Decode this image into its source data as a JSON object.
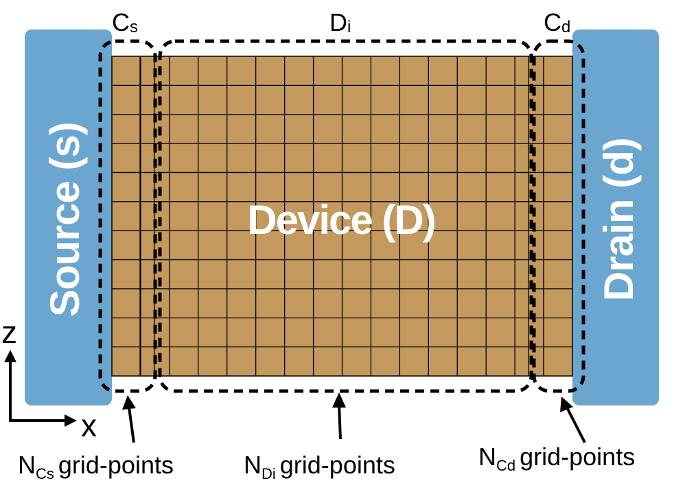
{
  "labels": {
    "cs_main": "C",
    "cs_sub": "s",
    "di_main": "D",
    "di_sub": "i",
    "cd_main": "C",
    "cd_sub": "d",
    "device": "Device (D)",
    "source": "Source (s)",
    "drain": "Drain (d)",
    "axis_z": "z",
    "axis_x": "x",
    "n_letter": "N",
    "grid_points_text": "grid-points",
    "ncs_sub": "Cs",
    "ndi_sub": "Di",
    "ncd_sub": "Cd"
  },
  "colors": {
    "contact": "#6aa6cf",
    "device": "#c3995e",
    "grid_line": "#000000",
    "dashed": "#000000",
    "text_light": "#ffffff",
    "text_dark": "#000000"
  },
  "grid": {
    "columns": 16,
    "rows": 11
  }
}
